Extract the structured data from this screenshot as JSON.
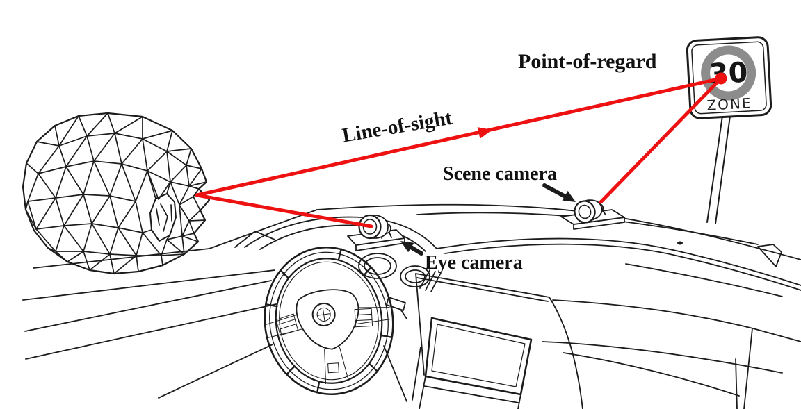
{
  "annotations": {
    "point_of_regard": "Point-of-regard",
    "line_of_sight": "Line-of-sight",
    "scene_camera": "Scene camera",
    "eye_camera": "Eye camera"
  },
  "sign": {
    "value": "30",
    "zone": "ZONE"
  },
  "colors": {
    "gaze_red": "#ee1111",
    "line_art": "#1c1c1c",
    "sign_ring_gray": "#8c8c8c",
    "label_black": "#111111"
  }
}
